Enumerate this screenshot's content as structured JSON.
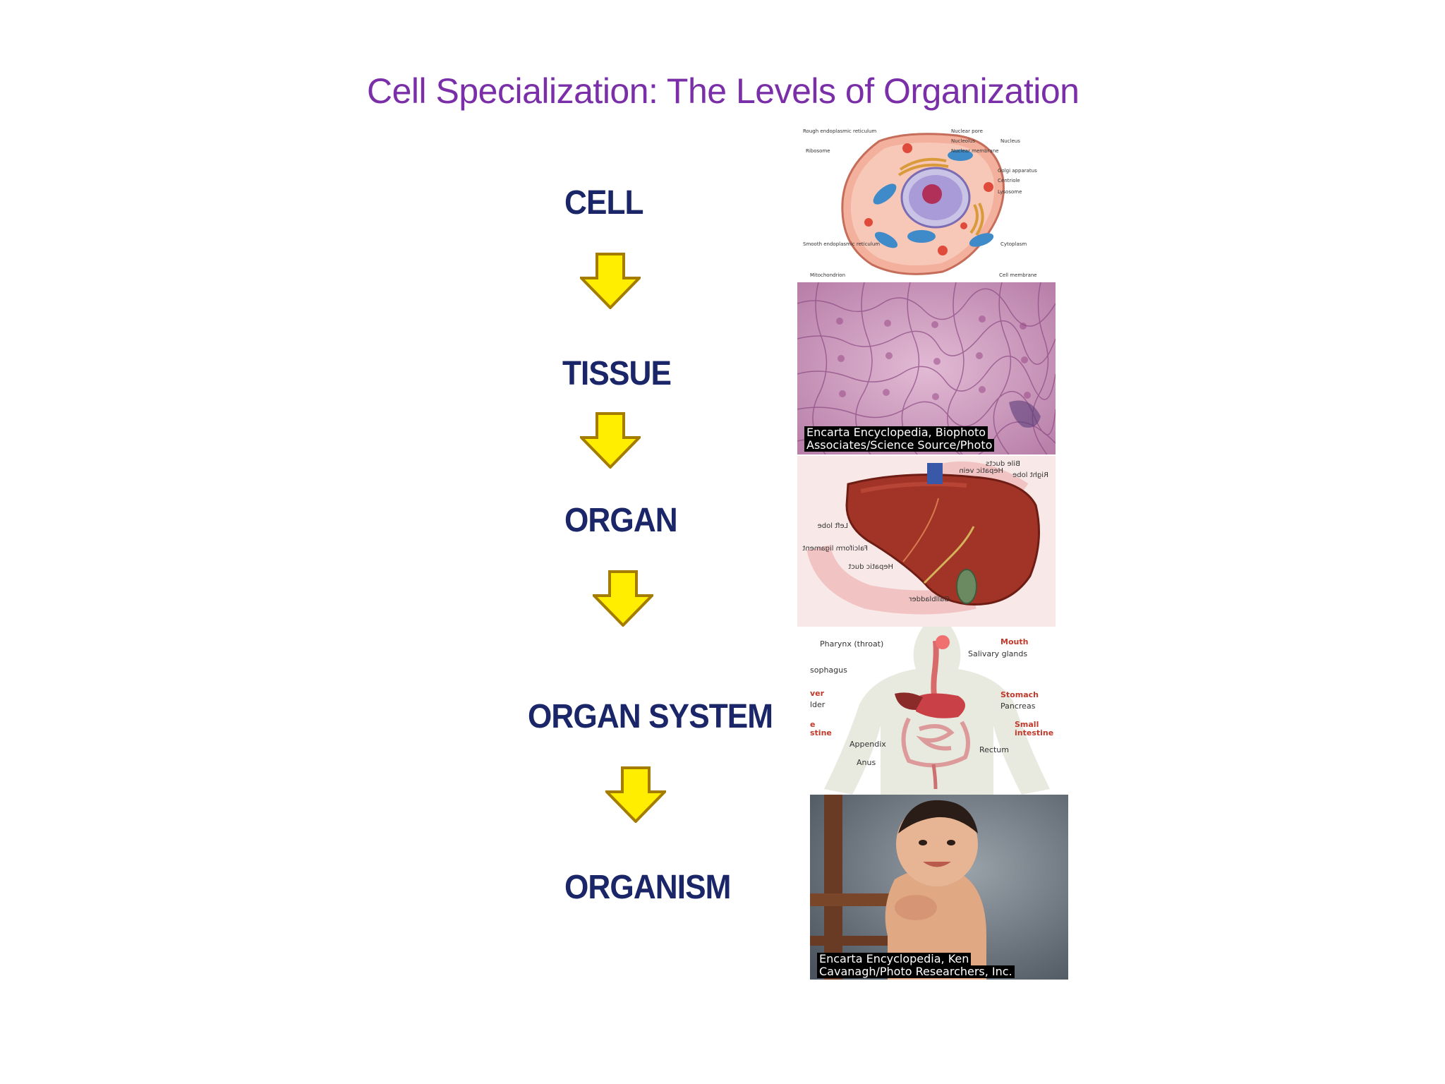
{
  "title": "Cell Specialization: The Levels of Organization",
  "levels": [
    {
      "label": "CELL"
    },
    {
      "label": "TISSUE"
    },
    {
      "label": "ORGAN"
    },
    {
      "label": "ORGAN SYSTEM"
    },
    {
      "label": "ORGANISM"
    }
  ],
  "cell_diagram": {
    "labels": {
      "rough_er": "Rough endoplasmic reticulum",
      "ribosome": "Ribosome",
      "nuclear_pore": "Nuclear pore",
      "nucleolus": "Nucleolus",
      "nuclear_membrane": "Nuclear membrane",
      "nucleus": "Nucleus",
      "golgi": "Golgi apparatus",
      "centriole": "Centriole",
      "lysosome": "Lysosome",
      "smooth_er": "Smooth endoplasmic reticulum",
      "cytoplasm": "Cytoplasm",
      "mitochondrion": "Mitochondrion",
      "cell_membrane": "Cell membrane"
    }
  },
  "tissue_photo": {
    "caption_line1": "Encarta Encyclopedia, Biophoto",
    "caption_line2": "Associates/Science Source/Photo"
  },
  "liver_diagram": {
    "labels": {
      "hepatic_vein": "Hepatic vein",
      "bile_ducts": "Bile ducts",
      "right_lobe": "Right lobe",
      "left_lobe": "Left lobe",
      "falciform": "Falciform ligament",
      "hepatic_duct": "Hepatic duct",
      "gallbladder": "Gallbladder"
    }
  },
  "digestive_diagram": {
    "labels": {
      "pharynx": "Pharynx (throat)",
      "mouth": "Mouth",
      "salivary": "Salivary glands",
      "esophagus": "sophagus",
      "liver": "ver",
      "gallbladder": "lder",
      "stomach": "Stomach",
      "pancreas": "Pancreas",
      "large_intestine_1": "e",
      "large_intestine_2": "stine",
      "small_intestine_1": "Small",
      "small_intestine_2": "intestine",
      "appendix": "Appendix",
      "rectum": "Rectum",
      "anus": "Anus"
    }
  },
  "baby_photo": {
    "caption_line1": "Encarta Encyclopedia, Ken",
    "caption_line2": "Cavanagh/Photo Researchers, Inc."
  },
  "colors": {
    "title": "#7a2fa8",
    "level_text": "#1a2668",
    "arrow_fill": "#ffee00",
    "arrow_stroke": "#a37c00"
  }
}
